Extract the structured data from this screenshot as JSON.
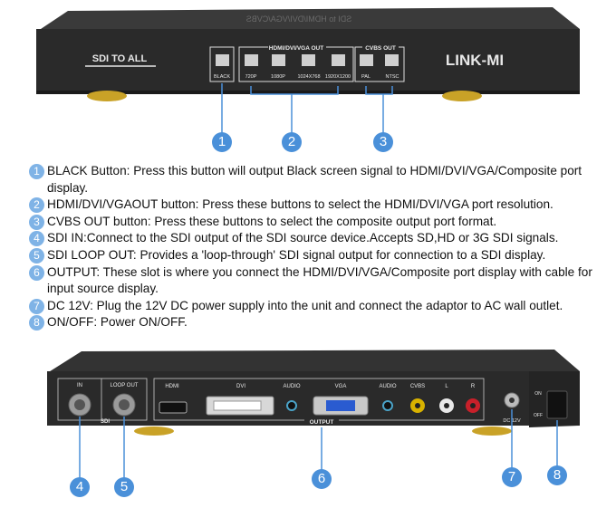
{
  "top_device": {
    "title_label": "SDI TO ALL",
    "brand": "LINK-MI",
    "group_hdmi": "HDMI/DVI/VGA OUT",
    "group_cvbs": "CVBS OUT",
    "buttons": [
      "BLACK",
      "720P",
      "1080P",
      "1024X768",
      "1920X1200",
      "PAL",
      "NTSC"
    ],
    "mirrored_top_text": "SDI to HDMI/DVI/VGA/CVBS"
  },
  "top_callouts": [
    "1",
    "2",
    "3"
  ],
  "descriptions": [
    {
      "num": "1",
      "text": "BLACK Button: Press this button will output Black screen signal to HDMI/DVI/VGA/Composite port display."
    },
    {
      "num": "2",
      "text": "HDMI/DVI/VGAOUT button: Press these buttons to select the HDMI/DVI/VGA port resolution."
    },
    {
      "num": "3",
      "text": "CVBS OUT button: Press these buttons to select the composite output port format."
    },
    {
      "num": "4",
      "text": "SDI IN:Connect to the SDI output of the SDI source device.Accepts SD,HD or 3G SDI signals."
    },
    {
      "num": "5",
      "text": "SDI LOOP OUT: Provides a 'loop-through' SDI signal output for connection to a SDI display."
    },
    {
      "num": "6",
      "text": "OUTPUT: These slot is where you connect the HDMI/DVI/VGA/Composite port display with cable for input source display."
    },
    {
      "num": "7",
      "text": "DC 12V: Plug the 12V DC power supply into the unit and connect the adaptor to AC wall outlet."
    },
    {
      "num": "8",
      "text": "ON/OFF: Power ON/OFF."
    }
  ],
  "back_device": {
    "labels": {
      "in": "IN",
      "loop_out": "LOOP OUT",
      "sdi": "SDI",
      "hdmi": "HDMI",
      "dvi": "DVI",
      "audio1": "AUDIO",
      "vga": "VGA",
      "audio2": "AUDIO",
      "cvbs": "CVBS",
      "l": "L",
      "r": "R",
      "output": "OUTPUT",
      "dc": "DC 12V",
      "on": "ON",
      "off": "OFF"
    }
  },
  "bottom_callouts": [
    "4",
    "5",
    "6",
    "7",
    "8"
  ],
  "colors": {
    "callout": "#4a90d9",
    "device": "#2b2b2b",
    "feet": "#c9a227"
  }
}
